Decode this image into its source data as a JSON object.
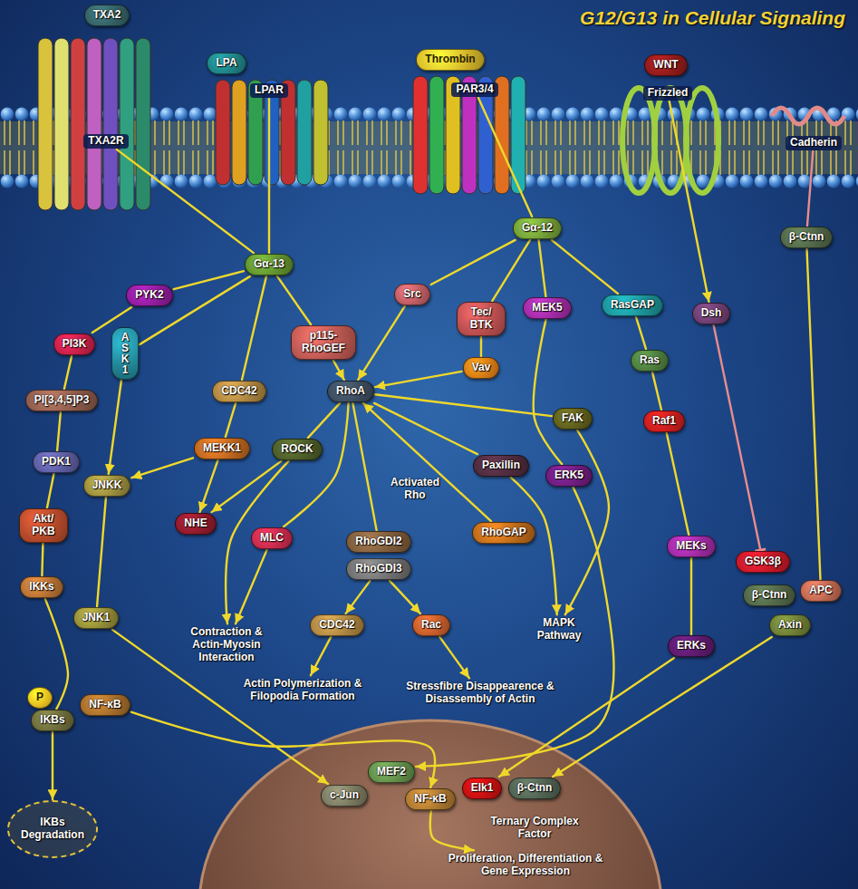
{
  "diagram": {
    "title": "G12/G13 in Cellular Signaling",
    "nodes": [
      {
        "text": [
          "TXA2"
        ]
      },
      {
        "text": [
          "TXA2R"
        ]
      },
      {
        "text": [
          "LPA"
        ]
      },
      {
        "text": [
          "LPAR"
        ]
      },
      {
        "text": [
          "Thrombin"
        ]
      },
      {
        "text": [
          "PAR3/4"
        ]
      },
      {
        "text": [
          "WNT"
        ]
      },
      {
        "text": [
          "Frizzled"
        ]
      },
      {
        "text": [
          "Cadherin"
        ]
      },
      {
        "text": [
          "Gα-13"
        ]
      },
      {
        "text": [
          "Gα-12"
        ]
      },
      {
        "text": [
          "β-Ctnn"
        ]
      },
      {
        "text": [
          "PYK2"
        ]
      },
      {
        "text": [
          "Src"
        ]
      },
      {
        "text": [
          "Tec/ BTK"
        ]
      },
      {
        "text": [
          "MEK5"
        ]
      },
      {
        "text": [
          "RasGAP"
        ]
      },
      {
        "text": [
          "Dsh"
        ]
      },
      {
        "text": [
          "PI3K"
        ]
      },
      {
        "text": [
          "ASK1"
        ]
      },
      {
        "text": [
          "p115- RhoGEF"
        ]
      },
      {
        "text": [
          "Vav"
        ]
      },
      {
        "text": [
          "RhoA"
        ]
      },
      {
        "text": [
          "Ras"
        ]
      },
      {
        "text": [
          "CDC42"
        ]
      },
      {
        "text": [
          "PI[3,4,5]P3"
        ]
      },
      {
        "text": [
          "FAK"
        ]
      },
      {
        "text": [
          "Raf1"
        ]
      },
      {
        "text": [
          "MEKK1"
        ]
      },
      {
        "text": [
          "ROCK"
        ]
      },
      {
        "text": [
          "Paxillin"
        ]
      },
      {
        "text": [
          "ERK5"
        ]
      },
      {
        "text": [
          "PDK1"
        ]
      },
      {
        "text": [
          "JNKK"
        ]
      },
      {
        "text": [
          "Akt/ PKB"
        ]
      },
      {
        "text": [
          "NHE"
        ]
      },
      {
        "text": [
          "MLC"
        ]
      },
      {
        "text": [
          "RhoGDI2"
        ]
      },
      {
        "text": [
          "RhoGDI3"
        ]
      },
      {
        "text": [
          "RhoGAP"
        ]
      },
      {
        "text": [
          "MEKs"
        ]
      },
      {
        "text": [
          "GSK3β"
        ]
      },
      {
        "text": [
          "IKKs"
        ]
      },
      {
        "text": [
          "β-Ctnn"
        ]
      },
      {
        "text": [
          "APC"
        ]
      },
      {
        "text": [
          "Axin"
        ]
      },
      {
        "text": [
          "JNK1"
        ]
      },
      {
        "text": [
          "CDC42"
        ]
      },
      {
        "text": [
          "Rac"
        ]
      },
      {
        "text": [
          "MAPK Pathway"
        ]
      },
      {
        "text": [
          "Contraction & Actin-Myosin Interaction"
        ]
      },
      {
        "text": [
          "ERKs"
        ]
      },
      {
        "text": [
          "Actin Polymerization & Filopodia Formation"
        ]
      },
      {
        "text": [
          "Stressfibre Disappearence & Disassembly of Actin"
        ]
      },
      {
        "text": [
          "P"
        ]
      },
      {
        "text": [
          "IKBs"
        ]
      },
      {
        "text": [
          "NF-κB"
        ]
      },
      {
        "text": [
          "IKBs Degradation"
        ]
      },
      {
        "text": [
          "c-Jun"
        ]
      },
      {
        "text": [
          "MEF2"
        ]
      },
      {
        "text": [
          "NF-κB"
        ]
      },
      {
        "text": [
          "Elk1"
        ]
      },
      {
        "text": [
          "β-Ctnn"
        ]
      },
      {
        "text": [
          "Proliferation, Differentiation & Gene Expression"
        ]
      }
    ],
    "edges": [
      {
        "from": 1,
        "to": 9,
        "arrow": "none"
      },
      {
        "from": 3,
        "to": 9,
        "arrow": "none"
      },
      {
        "from": 5,
        "to": 10,
        "arrow": "none"
      },
      {
        "from": 7,
        "to": 17,
        "arrow": "to"
      },
      {
        "from": 8,
        "to": 11,
        "arrow": "none"
      },
      {
        "from": 9,
        "to": 12,
        "arrow": "none"
      },
      {
        "from": 12,
        "to": 18,
        "arrow": "none"
      },
      {
        "from": 18,
        "to": 25,
        "arrow": "none"
      },
      {
        "from": 25,
        "to": 32,
        "arrow": "none"
      },
      {
        "from": 32,
        "to": 34,
        "arrow": "none"
      },
      {
        "from": 34,
        "to": 42,
        "arrow": "none"
      },
      {
        "from": 42,
        "to": 55,
        "arrow": "none"
      },
      {
        "from": 55,
        "to": 57,
        "arrow": "to"
      },
      {
        "from": 56,
        "to": 60,
        "arrow": "to"
      },
      {
        "from": 9,
        "to": 19,
        "arrow": "none"
      },
      {
        "from": 19,
        "to": 33,
        "arrow": "to"
      },
      {
        "from": 33,
        "to": 46,
        "arrow": "none"
      },
      {
        "from": 46,
        "to": 58,
        "arrow": "to"
      },
      {
        "from": 9,
        "to": 24,
        "arrow": "none"
      },
      {
        "from": 24,
        "to": 28,
        "arrow": "none"
      },
      {
        "from": 28,
        "to": 33,
        "arrow": "to"
      },
      {
        "from": 28,
        "to": 35,
        "arrow": "to"
      },
      {
        "from": 29,
        "to": 35,
        "arrow": "to"
      },
      {
        "from": 9,
        "to": 20,
        "arrow": "none"
      },
      {
        "from": 20,
        "to": 22,
        "arrow": "to"
      },
      {
        "from": 22,
        "to": 29,
        "arrow": "none"
      },
      {
        "from": 22,
        "to": 36,
        "arrow": "none"
      },
      {
        "from": 29,
        "to": 50,
        "arrow": "to"
      },
      {
        "from": 36,
        "to": 50,
        "arrow": "to"
      },
      {
        "from": 22,
        "to": 37,
        "arrow": "none"
      },
      {
        "from": 38,
        "to": 47,
        "arrow": "to"
      },
      {
        "from": 38,
        "to": 48,
        "arrow": "to"
      },
      {
        "from": 47,
        "to": 52,
        "arrow": "to"
      },
      {
        "from": 48,
        "to": 53,
        "arrow": "to"
      },
      {
        "from": 39,
        "to": 22,
        "arrow": "to"
      },
      {
        "from": 22,
        "to": 26,
        "arrow": "none"
      },
      {
        "from": 26,
        "to": 49,
        "arrow": "to"
      },
      {
        "from": 22,
        "to": 30,
        "arrow": "none"
      },
      {
        "from": 30,
        "to": 49,
        "arrow": "to"
      },
      {
        "from": 10,
        "to": 13,
        "arrow": "none"
      },
      {
        "from": 13,
        "to": 22,
        "arrow": "to"
      },
      {
        "from": 10,
        "to": 14,
        "arrow": "none"
      },
      {
        "from": 14,
        "to": 21,
        "arrow": "none"
      },
      {
        "from": 21,
        "to": 22,
        "arrow": "to"
      },
      {
        "from": 10,
        "to": 15,
        "arrow": "none"
      },
      {
        "from": 15,
        "to": 31,
        "arrow": "none"
      },
      {
        "from": 31,
        "to": 59,
        "arrow": "to"
      },
      {
        "from": 10,
        "to": 16,
        "arrow": "none"
      },
      {
        "from": 16,
        "to": 23,
        "arrow": "none"
      },
      {
        "from": 23,
        "to": 27,
        "arrow": "none"
      },
      {
        "from": 27,
        "to": 40,
        "arrow": "none"
      },
      {
        "from": 40,
        "to": 51,
        "arrow": "none"
      },
      {
        "from": 51,
        "to": 61,
        "arrow": "to"
      },
      {
        "from": 17,
        "to": 41,
        "arrow": "to"
      },
      {
        "from": 11,
        "to": 44,
        "arrow": "none"
      },
      {
        "from": 45,
        "to": 62,
        "arrow": "to"
      },
      {
        "from": 60,
        "to": 63,
        "arrow": "to"
      }
    ],
    "labels": [
      "Activated Rho",
      "Ternary Complex Factor"
    ]
  }
}
